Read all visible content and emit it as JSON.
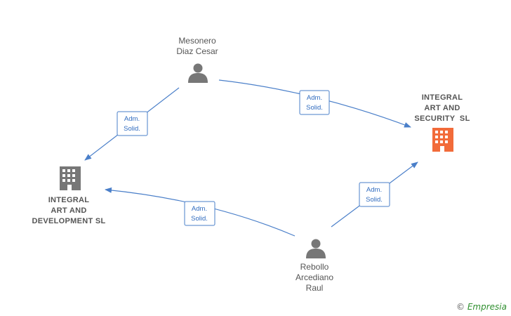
{
  "colors": {
    "person_icon": "#777777",
    "company_icon": "#777777",
    "highlight_company_icon": "#f26b3a",
    "edge": "#4a7fc9"
  },
  "nodes": {
    "mesonero": {
      "lines": [
        "Mesonero",
        "Diaz Cesar"
      ],
      "icon": "person-icon"
    },
    "rebollo": {
      "lines": [
        "Rebollo",
        "Arcediano",
        "Raul"
      ],
      "icon": "person-icon"
    },
    "integral_security": {
      "lines": [
        "INTEGRAL",
        "ART AND",
        "SECURITY  SL"
      ],
      "icon": "building-icon"
    },
    "integral_development": {
      "lines": [
        "INTEGRAL",
        "ART AND",
        "DEVELOPMENT SL"
      ],
      "icon": "building-icon"
    }
  },
  "edges": [
    {
      "from": "mesonero",
      "to": "integral_security",
      "label": [
        "Adm.",
        "Solid."
      ]
    },
    {
      "from": "mesonero",
      "to": "integral_development",
      "label": [
        "Adm.",
        "Solid."
      ]
    },
    {
      "from": "rebollo",
      "to": "integral_security",
      "label": [
        "Adm.",
        "Solid."
      ]
    },
    {
      "from": "rebollo",
      "to": "integral_development",
      "label": [
        "Adm.",
        "Solid."
      ]
    }
  ],
  "watermark": {
    "copyright": "©",
    "brand": "Empresia"
  }
}
